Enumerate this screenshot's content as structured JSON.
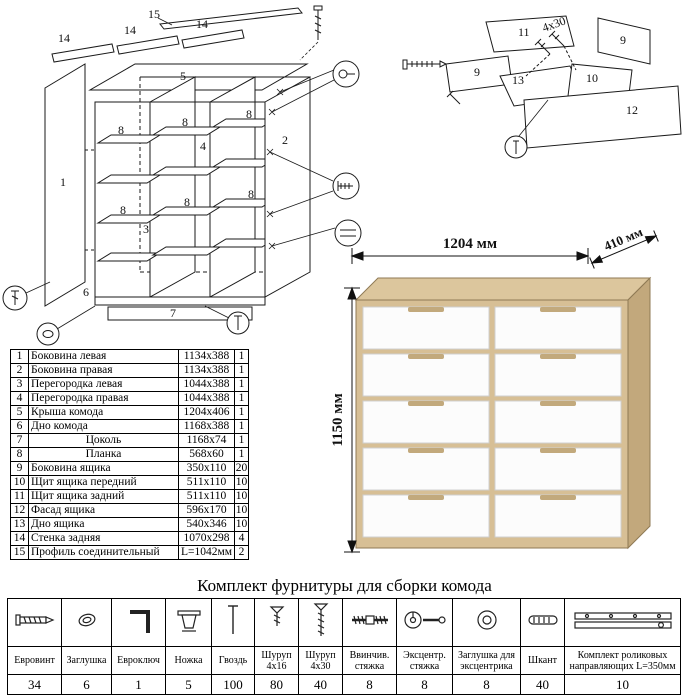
{
  "parts_table": {
    "rows": [
      {
        "num": "1",
        "name": "Боковина левая",
        "size": "1134x388",
        "qty": "1"
      },
      {
        "num": "2",
        "name": "Боковина правая",
        "size": "1134x388",
        "qty": "1"
      },
      {
        "num": "3",
        "name": "Перегородка левая",
        "size": "1044x388",
        "qty": "1"
      },
      {
        "num": "4",
        "name": "Перегородка правая",
        "size": "1044x388",
        "qty": "1"
      },
      {
        "num": "5",
        "name": "Крыша комода",
        "size": "1204x406",
        "qty": "1"
      },
      {
        "num": "6",
        "name": "Дно комода",
        "size": "1168x388",
        "qty": "1"
      },
      {
        "num": "7",
        "name": "Цоколь",
        "size": "1168x74",
        "qty": "1",
        "align": "center"
      },
      {
        "num": "8",
        "name": "Планка",
        "size": "568x60",
        "qty": "1",
        "align": "center"
      },
      {
        "num": "9",
        "name": "Боковина ящика",
        "size": "350x110",
        "qty": "20"
      },
      {
        "num": "10",
        "name": "Щит ящика передний",
        "size": "511x110",
        "qty": "10"
      },
      {
        "num": "11",
        "name": "Щит ящика задний",
        "size": "511x110",
        "qty": "10"
      },
      {
        "num": "12",
        "name": "Фасад ящика",
        "size": "596x170",
        "qty": "10"
      },
      {
        "num": "13",
        "name": "Дно ящика",
        "size": "540x346",
        "qty": "10"
      },
      {
        "num": "14",
        "name": "Стенка задняя",
        "size": "1070x298",
        "qty": "4"
      },
      {
        "num": "15",
        "name": "Профиль соединительный",
        "size": "L=1042мм",
        "qty": "2"
      }
    ]
  },
  "diagram_left": {
    "labels": [
      "15",
      "14",
      "14",
      "14",
      "5",
      "1",
      "2",
      "3",
      "4",
      "6",
      "7",
      "8",
      "8",
      "8",
      "8",
      "8",
      "8"
    ]
  },
  "diagram_right": {
    "labels": [
      "11",
      "4x30",
      "9",
      "9",
      "13",
      "10",
      "12"
    ]
  },
  "dresser": {
    "dim_width": "1204 мм",
    "dim_depth": "410 мм",
    "dim_height": "1150 мм"
  },
  "hardware": {
    "title": "Комплект фурнитуры для сборки комода",
    "items": [
      {
        "name": "Евровинт",
        "qty": "34",
        "icon": "euro-screw-icon"
      },
      {
        "name": "Заглушка",
        "qty": "6",
        "icon": "cap-icon"
      },
      {
        "name": "Евроключ",
        "qty": "1",
        "icon": "hex-key-icon"
      },
      {
        "name": "Ножка",
        "qty": "5",
        "icon": "leg-icon"
      },
      {
        "name": "Гвоздь",
        "qty": "100",
        "icon": "nail-icon"
      },
      {
        "name": "Шуруп 4х16",
        "qty": "80",
        "icon": "screw-short-icon"
      },
      {
        "name": "Шуруп 4х30",
        "qty": "40",
        "icon": "screw-long-icon"
      },
      {
        "name": "Ввинчив. стяжка",
        "qty": "8",
        "icon": "dowel-screw-icon"
      },
      {
        "name": "Эксцентр. стяжка",
        "qty": "8",
        "icon": "cam-lock-icon"
      },
      {
        "name": "Заглушка для эксцентрика",
        "qty": "8",
        "icon": "cam-cap-icon"
      },
      {
        "name": "Шкант",
        "qty": "40",
        "icon": "wood-dowel-icon"
      },
      {
        "name": "Комплект роликовых направляющих L=350мм",
        "qty": "10",
        "icon": "drawer-slide-icon"
      }
    ]
  }
}
